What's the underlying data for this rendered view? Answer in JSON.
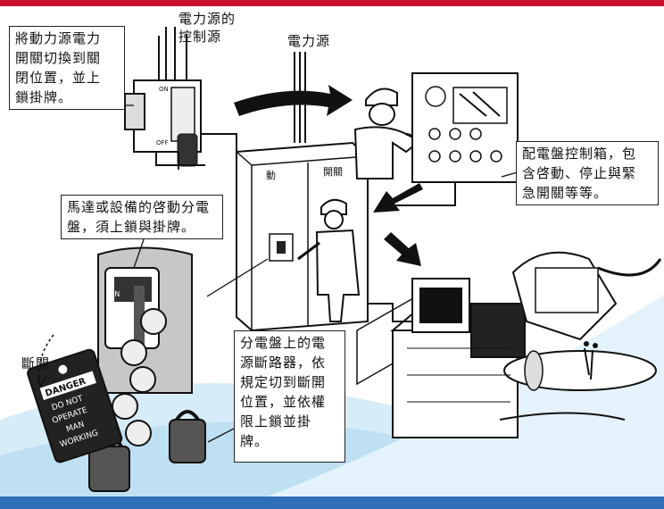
{
  "labels": {
    "control_power": [
      "電力源的",
      "控制源"
    ],
    "power_source": "電力源",
    "disconnect": "斷開"
  },
  "callouts": {
    "main_switch": [
      "將動力源電力",
      "開關切換到關",
      "閉位置，並上",
      "鎖掛牌。"
    ],
    "control_box": [
      "配電盤控制箱，包",
      "含啓動、停止與緊",
      "急開關等等。"
    ],
    "motor_panel": [
      "馬達或設備的啓動分電",
      "盤，須上鎖與掛牌。"
    ],
    "breaker": [
      "分電盤上的電",
      "源斷路器，依",
      "規定切到斷開",
      "位置，並依權",
      "限上鎖並掛",
      "牌。"
    ]
  },
  "illustration_text": {
    "switch_on": "ON",
    "switch_off": "OFF",
    "panel_left": "動",
    "panel_right": "開關",
    "tag_danger": "DANGER",
    "tag_lines": [
      "DO NOT",
      "OPERATE",
      "MAN",
      "WORKING"
    ]
  },
  "colors": {
    "top_bar": "#c8102e",
    "bottom_bar": "#2f6fb8",
    "background_swoosh": "#bfe0f2"
  }
}
